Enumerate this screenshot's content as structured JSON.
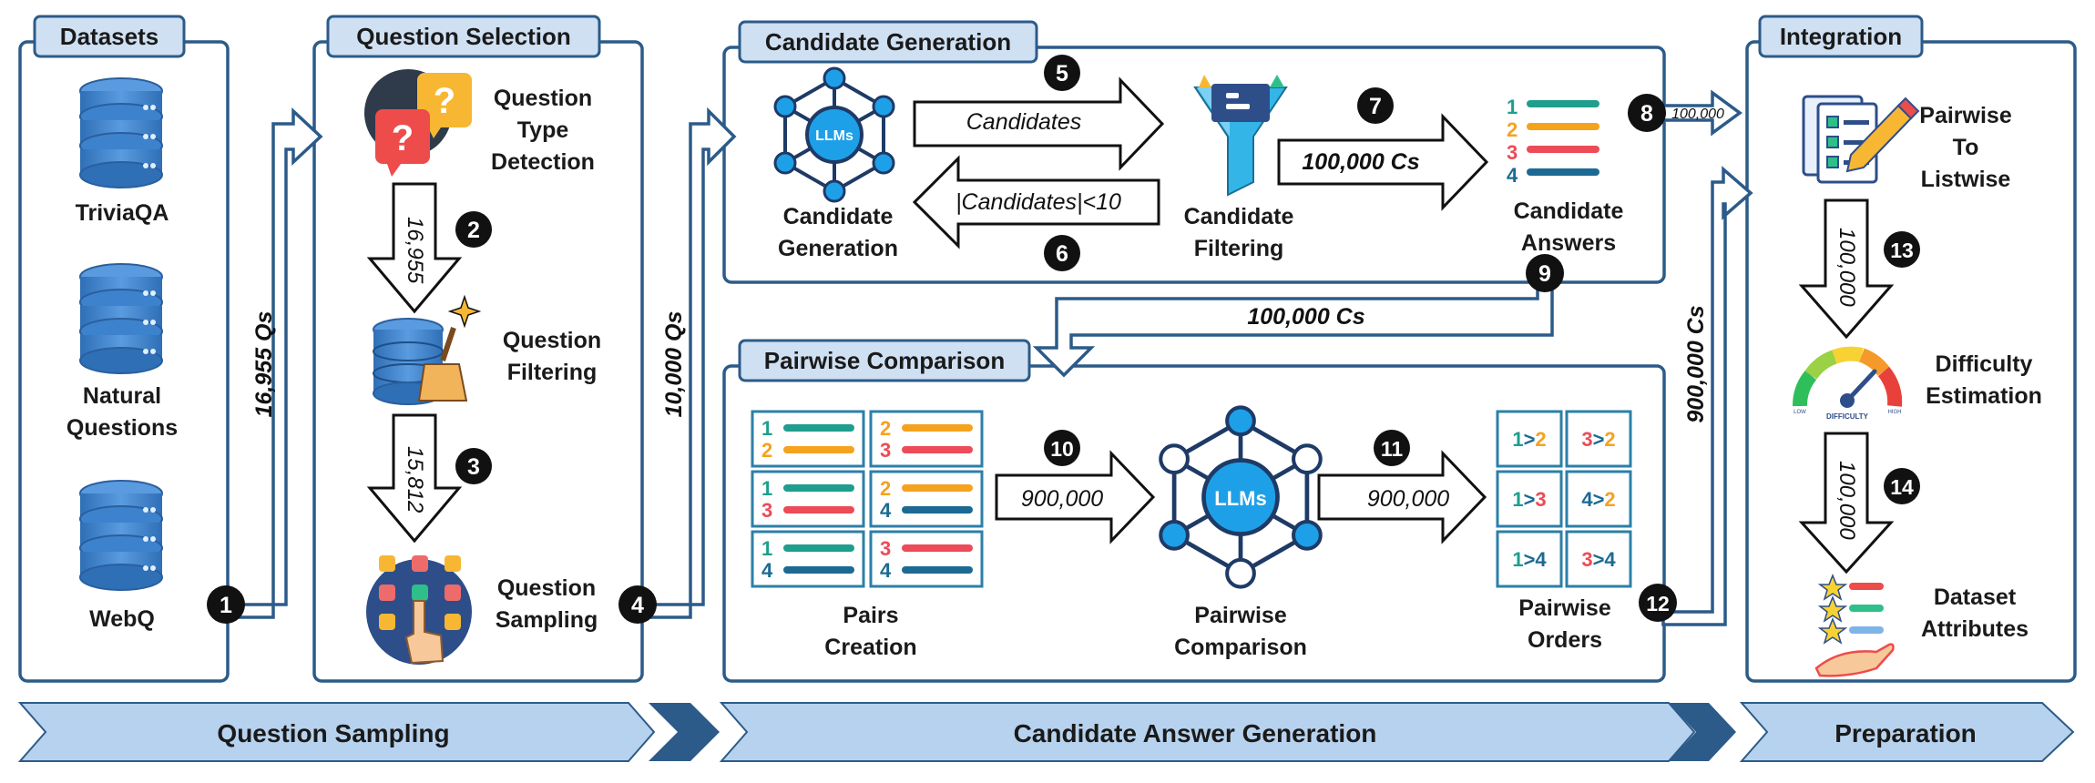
{
  "panels": {
    "datasets": {
      "title": "Datasets",
      "items": [
        "TriviaQA",
        "Natural",
        "Questions",
        "WebQ"
      ]
    },
    "question_selection": {
      "title": "Question Selection",
      "type_detection": [
        "Question",
        "Type",
        "Detection"
      ],
      "filtering": [
        "Question",
        "Filtering"
      ],
      "sampling": [
        "Question",
        "Sampling"
      ],
      "count_2": "16,955",
      "count_3": "15,812"
    },
    "candidate_generation": {
      "title": "Candidate Generation",
      "gen_label": [
        "Candidate",
        "Generation"
      ],
      "filter_label": [
        "Candidate",
        "Filtering"
      ],
      "answers_label": [
        "Candidate",
        "Answers"
      ],
      "candidates_arrow": "Candidates",
      "condition_arrow": "|Candidates|<10",
      "cs_arrow": "100,000 Cs",
      "llms": "LLMs"
    },
    "pairwise_comparison": {
      "title": "Pairwise Comparison",
      "pairs_label": [
        "Pairs",
        "Creation"
      ],
      "comparison_label": [
        "Pairwise",
        "Comparison"
      ],
      "orders_label": [
        "Pairwise",
        "Orders"
      ],
      "arrow_10": "900,000",
      "arrow_11": "900,000",
      "llms": "LLMs",
      "pairs": [
        [
          "1",
          "2"
        ],
        [
          "2",
          "3"
        ],
        [
          "1",
          "3"
        ],
        [
          "2",
          "4"
        ],
        [
          "1",
          "4"
        ],
        [
          "3",
          "4"
        ]
      ],
      "orders": [
        "1>2",
        "3>2",
        "1>3",
        "4>2",
        "1>4",
        "3>4"
      ]
    },
    "integration": {
      "title": "Integration",
      "p2l_label": [
        "Pairwise",
        "To",
        "Listwise"
      ],
      "difficulty_label": [
        "Difficulty",
        "Estimation"
      ],
      "attributes_label": [
        "Dataset",
        "Attributes"
      ],
      "count_13": "100,000",
      "count_14": "100,000",
      "gauge_text": "DIFFICULTY",
      "gauge_low": "LOW",
      "gauge_high": "HIGH"
    }
  },
  "connectors": {
    "qs_16955": "16,955 Qs",
    "qs_10000": "10,000 Qs",
    "cs_100000": "100,000 Cs",
    "cs_900000": "900,000 Cs",
    "small_100000": "100,000"
  },
  "badges": [
    "1",
    "2",
    "3",
    "4",
    "5",
    "6",
    "7",
    "8",
    "9",
    "10",
    "11",
    "12",
    "13",
    "14"
  ],
  "stages": [
    "Question Sampling",
    "Candidate Answer Generation",
    "Preparation"
  ],
  "colors": {
    "accent": "#2c5b89",
    "title_fill": "#cfe0f3",
    "stage_fill": "#b7d2ee",
    "c1": "#1f9e8e",
    "c2": "#f5a21f",
    "c3": "#ec4b57",
    "c4": "#1c6a93"
  }
}
